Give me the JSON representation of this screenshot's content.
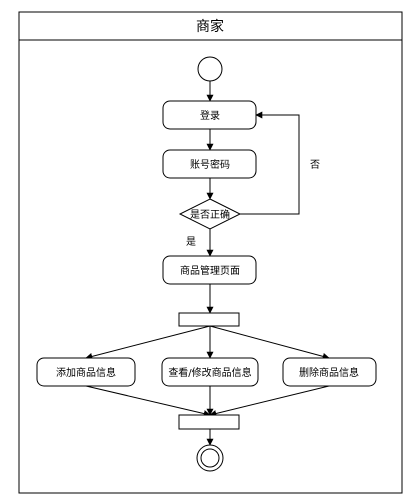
{
  "swimlane": {
    "title": "商家"
  },
  "nodes": {
    "login": "登录",
    "account_password": "账号密码",
    "decision_correct": "是否正确",
    "product_management_page": "商品管理页面",
    "add_product_info": "添加商品信息",
    "view_modify_product_info": "查看/修改商品信息",
    "delete_product_info": "删除商品信息"
  },
  "edges": {
    "yes_label": "是",
    "no_label": "否"
  }
}
